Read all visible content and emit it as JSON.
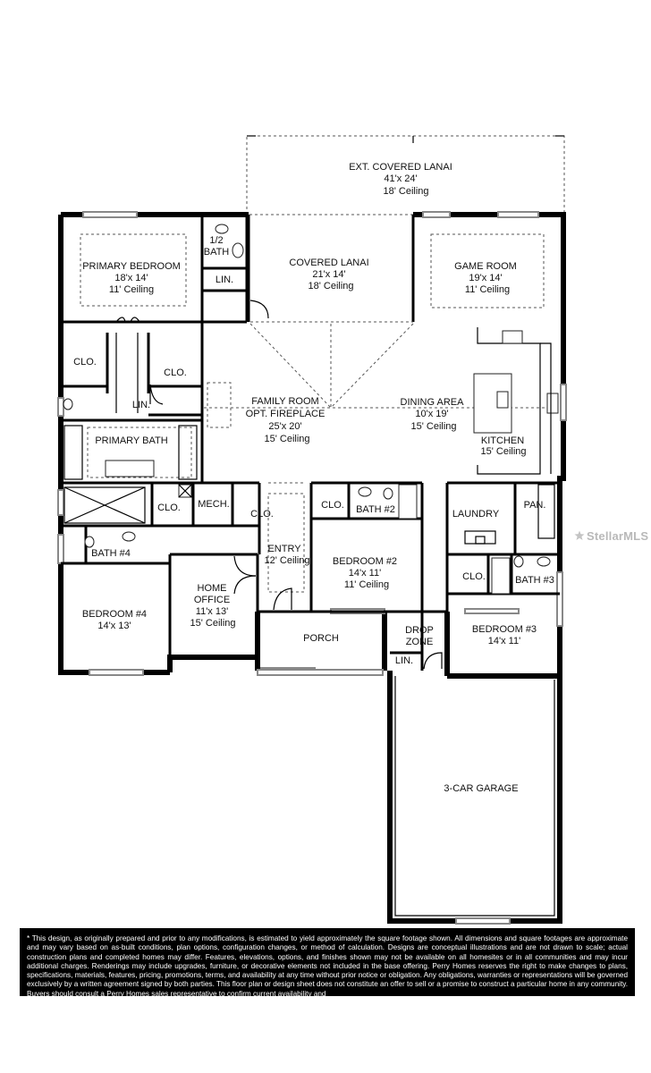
{
  "rooms": {
    "ext_lanai": {
      "name": "EXT. COVERED LANAI",
      "size": "41'x 24'",
      "ceiling": "18' Ceiling"
    },
    "covered_lanai": {
      "name": "COVERED LANAI",
      "size": "21'x 14'",
      "ceiling": "18' Ceiling"
    },
    "game_room": {
      "name": "GAME ROOM",
      "size": "19'x 14'",
      "ceiling": "11' Ceiling"
    },
    "primary_bedroom": {
      "name": "PRIMARY BEDROOM",
      "size": "18'x 14'",
      "ceiling": "11' Ceiling"
    },
    "half_bath": {
      "line1": "1/2",
      "line2": "BATH"
    },
    "family_room": {
      "name": "FAMILY ROOM",
      "opt": "OPT. FIREPLACE",
      "size": "25'x 20'",
      "ceiling": "15' Ceiling"
    },
    "dining_area": {
      "name": "DINING AREA",
      "size": "10'x 19'",
      "ceiling": "15' Ceiling"
    },
    "kitchen": {
      "name": "KITCHEN",
      "ceiling": "15' Ceiling"
    },
    "primary_bath": {
      "name": "PRIMARY BATH"
    },
    "bath2": {
      "name": "BATH #2"
    },
    "bath3": {
      "name": "BATH #3"
    },
    "bath4": {
      "name": "BATH #4"
    },
    "laundry": {
      "name": "LAUNDRY"
    },
    "pantry": {
      "name": "PAN."
    },
    "mech": {
      "name": "MECH."
    },
    "entry": {
      "name": "ENTRY",
      "ceiling": "12' Ceiling"
    },
    "bedroom2": {
      "name": "BEDROOM #2",
      "size": "14'x 11'",
      "ceiling": "11' Ceiling"
    },
    "bedroom3": {
      "name": "BEDROOM #3",
      "size": "14'x 11'"
    },
    "bedroom4": {
      "name": "BEDROOM #4",
      "size": "14'x 13'"
    },
    "home_office": {
      "line1": "HOME",
      "line2": "OFFICE",
      "size": "11'x 13'",
      "ceiling": "15' Ceiling"
    },
    "porch": {
      "name": "PORCH"
    },
    "drop_zone": {
      "line1": "DROP",
      "line2": "ZONE"
    },
    "garage": {
      "name": "3-CAR GARAGE"
    }
  },
  "labels": {
    "clo": "CLO.",
    "lin": "LIN."
  },
  "watermark": "StellarMLS",
  "disclaimer": "* This design, as originally prepared and prior to any modifications, is estimated to yield approximately the square footage shown. All dimensions and square footages are approximate and may vary based on as-built conditions, plan options, configuration changes, or method of calculation. Designs are conceptual illustrations and are not drawn to scale; actual construction plans and completed homes may differ. Features, elevations, options, and finishes shown may not be available on all homesites or in all communities and may incur additional charges. Renderings may include upgrades, furniture, or decorative elements not included in the base offering. Perry Homes reserves the right to make changes to plans, specifications, materials, features, pricing, promotions, terms, and availability at any time without prior notice or obligation. Any obligations, warranties or representations will be governed exclusively by a written agreement signed by both parties. This floor plan or design sheet does not constitute an offer to sell or a promise to construct a particular home in any community. Buyers should consult a Perry Homes sales representative to confirm current availability and"
}
